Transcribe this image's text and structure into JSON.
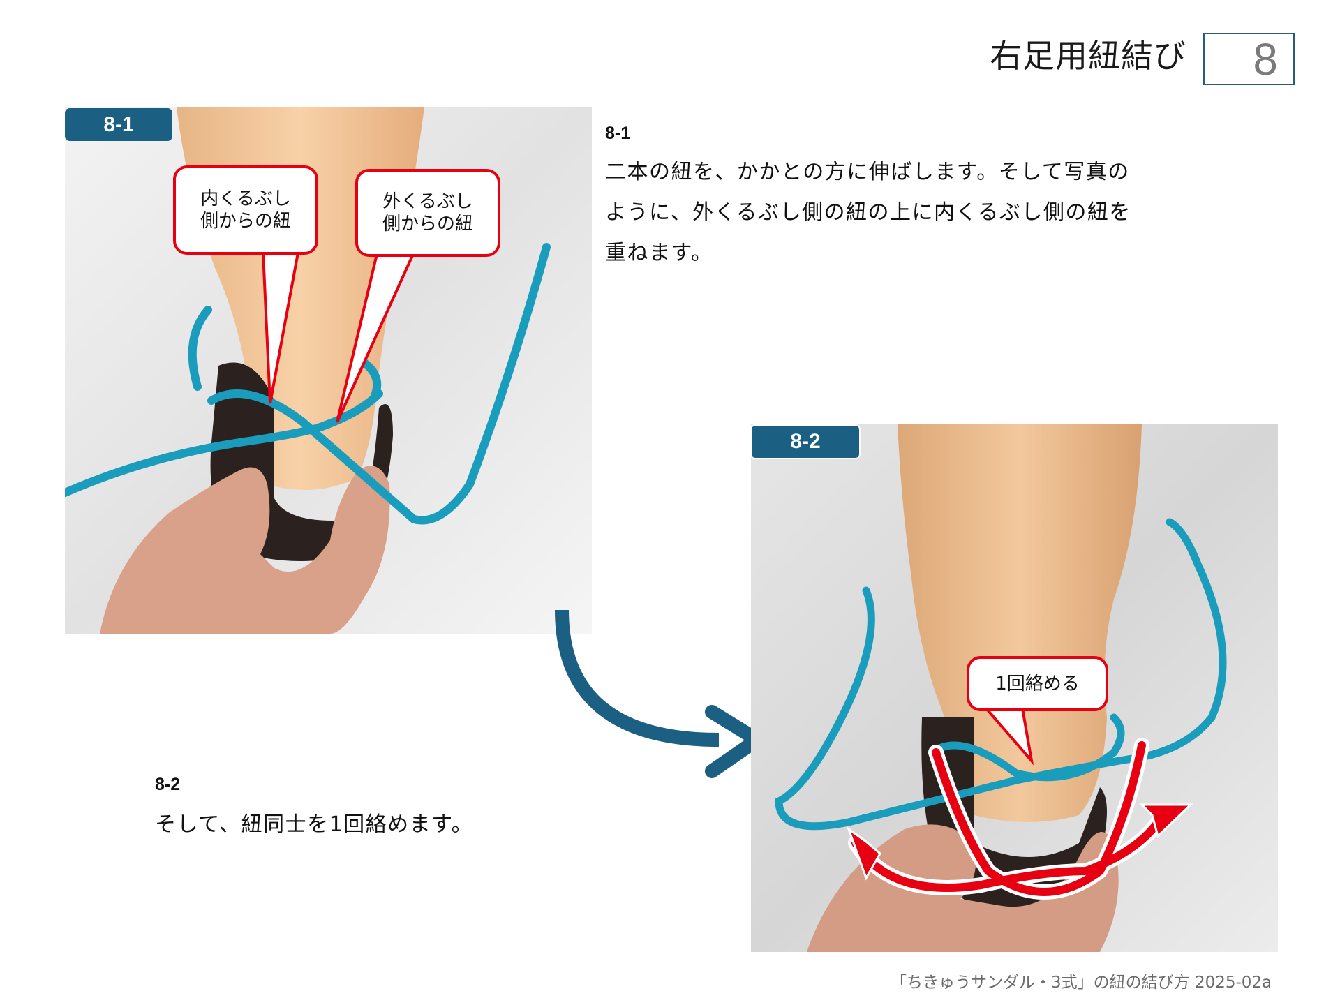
{
  "header": {
    "title": "右足用紐結び",
    "page_number": "8"
  },
  "steps": [
    {
      "badge": "8-1",
      "heading": "8-1",
      "lines": [
        "二本の紐を、かかとの方に伸ばします。そして写真の",
        "ように、外くるぶし側の紐の上に内くるぶし側の紐を",
        "重ねます。"
      ],
      "callouts": [
        {
          "text": "内くるぶし\n側からの紐"
        },
        {
          "text": "外くるぶし\n側からの紐"
        }
      ]
    },
    {
      "badge": "8-2",
      "heading": "8-2",
      "lines": [
        "そして、紐同士を1回絡めます。"
      ],
      "callouts": [
        {
          "text": "1回絡める"
        }
      ]
    }
  ],
  "footer": {
    "text": "「ちきゅうサンダル・3式」の紐の結び方 2025-02a"
  },
  "colors": {
    "badge": "#1b5f82",
    "callout_border": "#e60012",
    "cord": "#1a9cbc",
    "arrow": "#1b5f82",
    "page_box_border": "#285d78"
  }
}
